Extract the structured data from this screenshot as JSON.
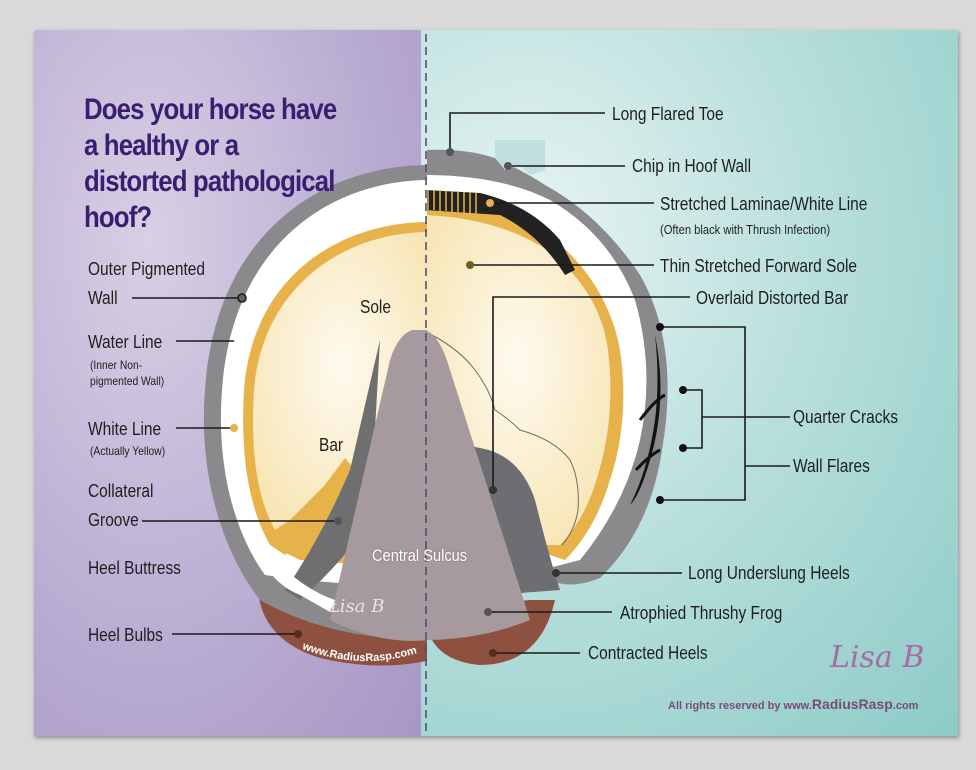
{
  "title": "Does your horse have a healthy or a distorted pathological hoof?",
  "left_labels": {
    "outer_pigmented_wall_1": "Outer Pigmented",
    "outer_pigmented_wall_2": "Wall",
    "water_line": "Water Line",
    "water_line_note_1": "(Inner Non-",
    "water_line_note_2": "pigmented Wall)",
    "white_line": "White Line",
    "white_line_note": "(Actually Yellow)",
    "collateral_groove_1": "Collateral",
    "collateral_groove_2": "Groove",
    "heel_buttress": "Heel Buttress",
    "heel_bulbs": "Heel Bulbs"
  },
  "hoof_labels": {
    "sole": "Sole",
    "bar": "Bar",
    "central_sulcus": "Central Sulcus",
    "website_arc": "www.RadiusRasp.com"
  },
  "right_labels": {
    "long_flared_toe": "Long Flared Toe",
    "chip_in_hoof_wall": "Chip in Hoof Wall",
    "stretched_laminae": "Stretched  Laminae/White Line",
    "stretched_laminae_note": "(Often black with Thrush Infection)",
    "thin_sole": "Thin Stretched Forward Sole",
    "overlaid_bar": "Overlaid Distorted Bar",
    "quarter_cracks": "Quarter Cracks",
    "wall_flares": "Wall Flares",
    "underslung_heels": "Long Underslung Heels",
    "thrushy_frog": "Atrophied Thrushy Frog",
    "contracted_heels": "Contracted Heels"
  },
  "footer": {
    "rights_prefix": "All rights reserved by www.",
    "rights_brand": "RadiusRasp",
    "rights_suffix": ".com",
    "signature": "Lisa B"
  },
  "colors": {
    "title": "#3a1e72",
    "outer_wall": "#8a8a8c",
    "white_line": "#e8b24a",
    "sole": "#fbf0cc",
    "frog": "#a69a9e",
    "heel_bulbs": "#8e5140",
    "left_bg": "#b7abd0",
    "right_bg": "#8fcdc9"
  }
}
